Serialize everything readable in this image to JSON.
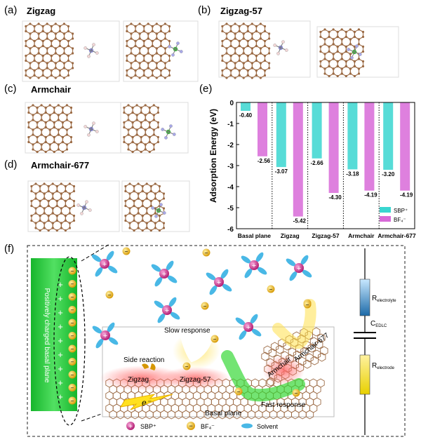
{
  "panels": {
    "a": {
      "letter": "(a)",
      "title": "Zigzag"
    },
    "b": {
      "letter": "(b)",
      "title": "Zigzag-57"
    },
    "c": {
      "letter": "(c)",
      "title": "Armchair"
    },
    "d": {
      "letter": "(d)",
      "title": "Armchair-677"
    },
    "e": {
      "letter": "(e)"
    },
    "f": {
      "letter": "(f)"
    }
  },
  "chart_data": {
    "type": "bar",
    "categories": [
      "Basal plane",
      "Zigzag",
      "Zigzag-57",
      "Armchair",
      "Armchair-677"
    ],
    "series": [
      {
        "name": "SBP⁺",
        "values": [
          -0.4,
          -3.07,
          -2.66,
          -3.18,
          -3.2
        ],
        "labels": [
          "-0.40",
          "-3.07",
          "-2.66",
          "-3.18",
          "-3.20"
        ],
        "color": "#3ad6d0"
      },
      {
        "name": "BF₄⁻",
        "values": [
          -2.56,
          -5.42,
          -4.3,
          -4.19,
          -4.19
        ],
        "labels": [
          "-2.56",
          "-5.42",
          "-4.30",
          "-4.19",
          "-4.19"
        ],
        "color": "#d86ad8"
      }
    ],
    "ylabel": "Adsorption Energy (eV)",
    "ylim": [
      -6,
      0
    ],
    "yticks": [
      "0",
      "-1",
      "-2",
      "-3",
      "-4",
      "-5",
      "-6"
    ],
    "legend": "bottom-right"
  },
  "schematic": {
    "electrode_text": "Positively charged basal plane",
    "slow_response": "Slow response",
    "side_reaction": "Side reaction",
    "fast_response": "Fast response",
    "edge_zigzag": "Zigzag",
    "edge_zigzag57": "Zigzag-57",
    "edge_armchair": "Armchair",
    "edge_armchair677": "Armchair-677",
    "basal_plane": "Basal plane",
    "electron": "e⁻",
    "legend_sbp": "SBP⁺",
    "legend_bf4": "BF₄⁻",
    "legend_solvent": "Solvent",
    "r_electrolyte": "R",
    "r_electrolyte_sub": "electrolyte",
    "c_edlc": "C",
    "c_edlc_sub": "EDLC",
    "r_electrode": "R",
    "r_electrode_sub": "electrode",
    "plus": "+",
    "minus": "−"
  },
  "colors": {
    "sbp": "#c8288a",
    "bf4": "#e8a800",
    "solvent": "#49b8e6",
    "electrode": "#2fcf43",
    "carbon": "#9b6a44"
  }
}
